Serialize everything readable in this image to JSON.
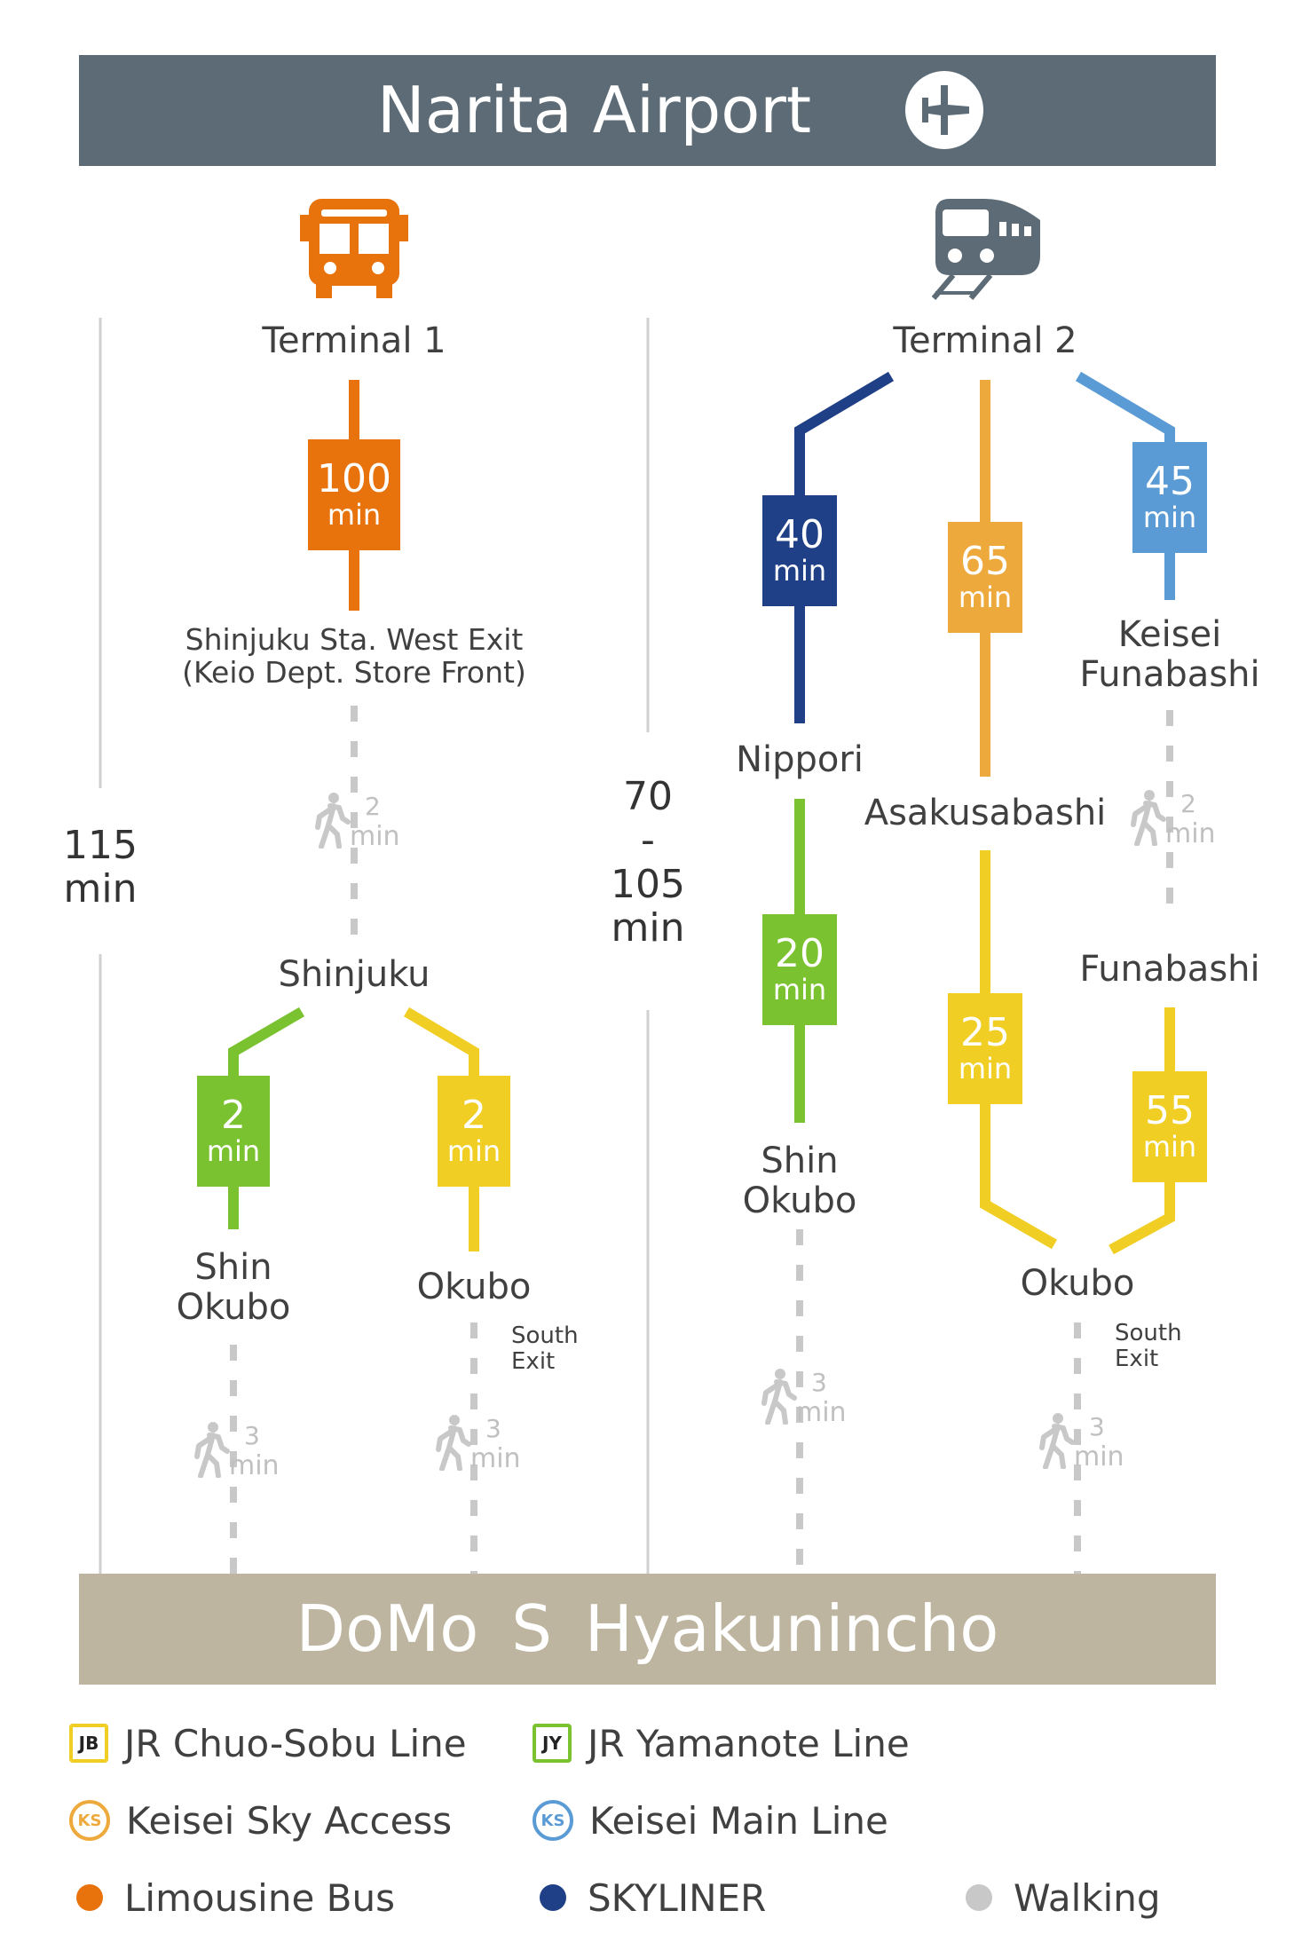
{
  "header": {
    "title": "Narita Airport"
  },
  "footer": {
    "title": "DoMo  S  Hyakunincho"
  },
  "colors": {
    "header_bg": "#5c6b75",
    "footer_bg": "#bdb5a0",
    "bus": "#e8720c",
    "jr_chuo_sobu": "#f0ce23",
    "jr_yamanote": "#7ac230",
    "keisei_sky_access": "#eea93c",
    "keisei_main": "#5b9bd5",
    "skyliner": "#1f3f86",
    "walking": "#c8c8c8"
  },
  "bus_route": {
    "icon": "bus-icon",
    "origin": "Terminal 1",
    "bus_time": {
      "value": "100",
      "unit": "min"
    },
    "bus_stop": [
      "Shinjuku Sta. West Exit",
      "(Keio Dept. Store Front)"
    ],
    "walk_to_shinjuku": {
      "value": "2",
      "unit": "min"
    },
    "transfer": "Shinjuku",
    "branch_yamanote": {
      "time": {
        "value": "2",
        "unit": "min"
      },
      "station": [
        "Shin",
        "Okubo"
      ],
      "walk": {
        "value": "3",
        "unit": "min"
      }
    },
    "branch_chuo_sobu": {
      "time": {
        "value": "2",
        "unit": "min"
      },
      "station": "Okubo",
      "exit_note": [
        "South",
        "Exit"
      ],
      "walk": {
        "value": "3",
        "unit": "min"
      }
    },
    "total": {
      "value": "115",
      "unit": "min"
    }
  },
  "train_route": {
    "icon": "train-icon",
    "origin": "Terminal 2",
    "skyliner": {
      "time": {
        "value": "40",
        "unit": "min"
      },
      "station": "Nippori"
    },
    "yamanote": {
      "time": {
        "value": "20",
        "unit": "min"
      },
      "station": [
        "Shin",
        "Okubo"
      ],
      "walk": {
        "value": "3",
        "unit": "min"
      }
    },
    "sky_access": {
      "time": {
        "value": "65",
        "unit": "min"
      },
      "station": "Asakusabashi"
    },
    "chuo_sobu_from_asakusabashi": {
      "time": {
        "value": "25",
        "unit": "min"
      }
    },
    "keisei_main": {
      "time": {
        "value": "45",
        "unit": "min"
      },
      "station": [
        "Keisei",
        "Funabashi"
      ],
      "walk": {
        "value": "2",
        "unit": "min"
      },
      "transfer": "Funabashi"
    },
    "chuo_sobu_from_funabashi": {
      "time": {
        "value": "55",
        "unit": "min"
      }
    },
    "destination_station": "Okubo",
    "exit_note": [
      "South",
      "Exit"
    ],
    "final_walk": {
      "value": "3",
      "unit": "min"
    },
    "total": {
      "from": "70",
      "dash": "-",
      "to": "105",
      "unit": "min"
    }
  },
  "legend": [
    {
      "badge": "JB",
      "label": "JR Chuo-Sobu Line",
      "icon": "jr-chuo-sobu-badge"
    },
    {
      "badge": "JY",
      "label": "JR Yamanote Line",
      "icon": "jr-yamanote-badge"
    },
    {
      "badge": "KS",
      "label": "Keisei Sky Access",
      "icon": "keisei-sky-access-badge"
    },
    {
      "badge": "KS",
      "label": "Keisei Main Line",
      "icon": "keisei-main-badge"
    },
    {
      "label": "Limousine Bus",
      "icon": "limousine-bus-dot"
    },
    {
      "label": "SKYLINER",
      "icon": "skyliner-dot"
    },
    {
      "label": "Walking",
      "icon": "walking-dot"
    }
  ]
}
